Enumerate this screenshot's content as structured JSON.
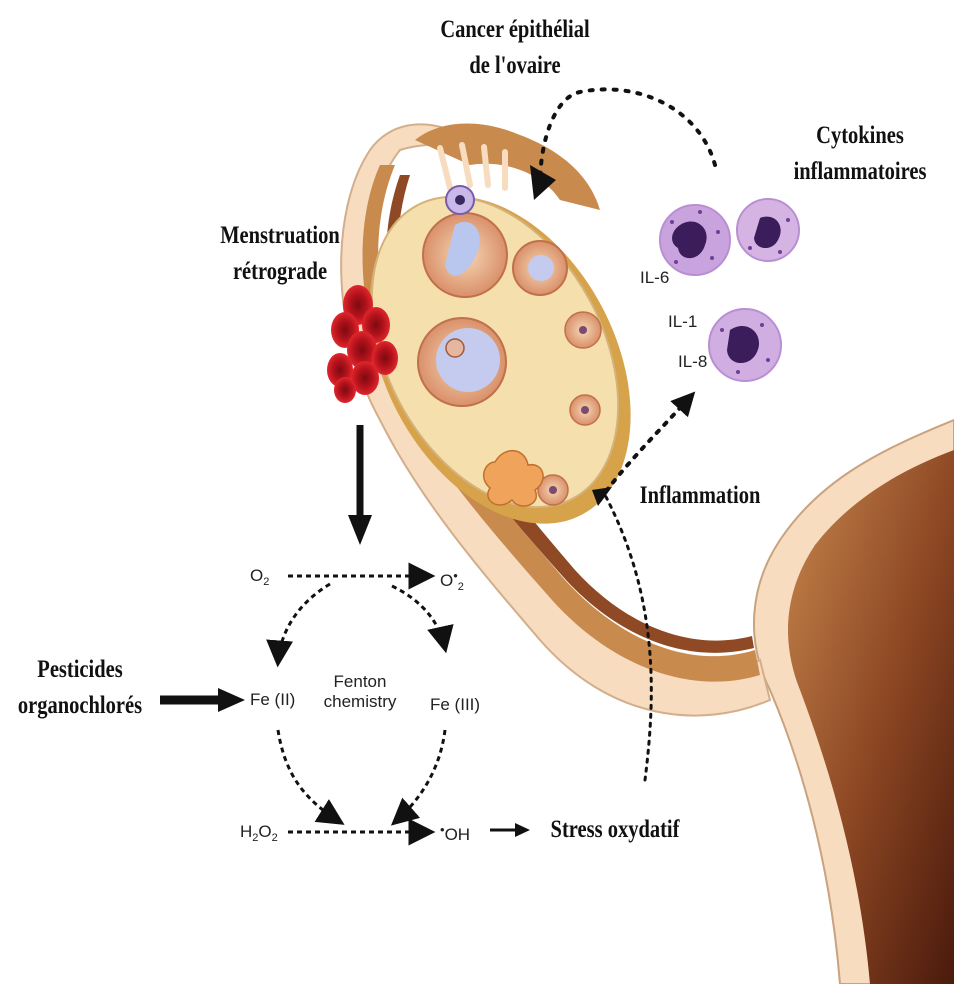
{
  "labels": {
    "cancer_line1": "Cancer épithélial",
    "cancer_line2": "de l'ovaire",
    "cytokines_line1": "Cytokines",
    "cytokines_line2": "inflammatoires",
    "menstruation_line1": "Menstruation",
    "menstruation_line2": "rétrograde",
    "inflammation": "Inflammation",
    "pesticides_line1": "Pesticides",
    "pesticides_line2": "organochlorés",
    "stress": "Stress oxydatif"
  },
  "cytokines": [
    "IL-6",
    "IL-1",
    "IL-8"
  ],
  "fenton": {
    "o2": "O",
    "o2_sub": "2",
    "superoxide": "O",
    "superoxide_sub": "2",
    "superoxide_sup": "•",
    "fe2": "Fe (II)",
    "fe3": "Fe (III)",
    "center_line1": "Fenton",
    "center_line2": "chemistry",
    "h2o2_h": "H",
    "h2o2_sub1": "2",
    "h2o2_o": "O",
    "h2o2_sub2": "2",
    "oh": "OH",
    "oh_dot": "•"
  },
  "colors": {
    "tube_outer": "#f7dcc0",
    "tube_wall": "#c98a4e",
    "ovary_fill": "#f5dfad",
    "blood": "#c8141e",
    "cytokine": "#b98fd2",
    "uterus_dark": "#4a1a0c"
  }
}
